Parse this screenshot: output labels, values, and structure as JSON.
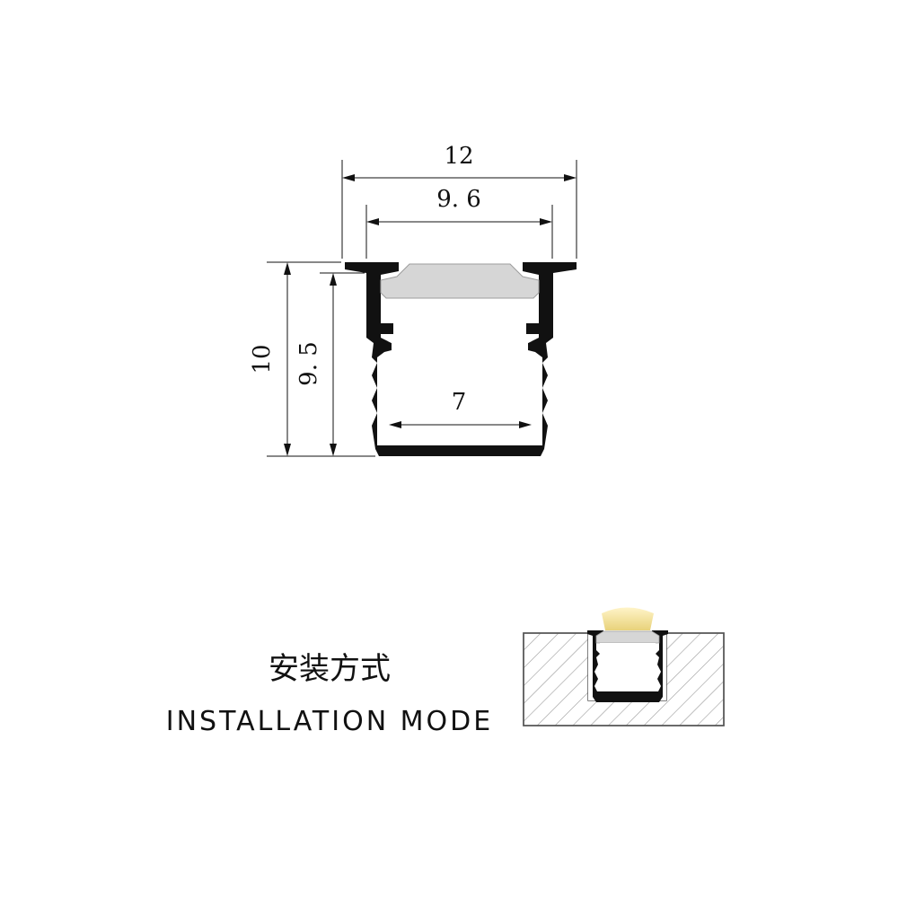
{
  "dimensions": {
    "outer_width": "12",
    "inner_top_width": "9. 6",
    "inner_bottom_width": "7",
    "outer_height": "10",
    "inner_height": "9. 5"
  },
  "caption": {
    "chinese": "安装方式",
    "english": "INSTALLATION MODE"
  },
  "colors": {
    "profile": "#111111",
    "diffuser": "#d6d6d6",
    "surface_hatch": "#9a9a9a",
    "led_glow": "#f5e6a8"
  }
}
